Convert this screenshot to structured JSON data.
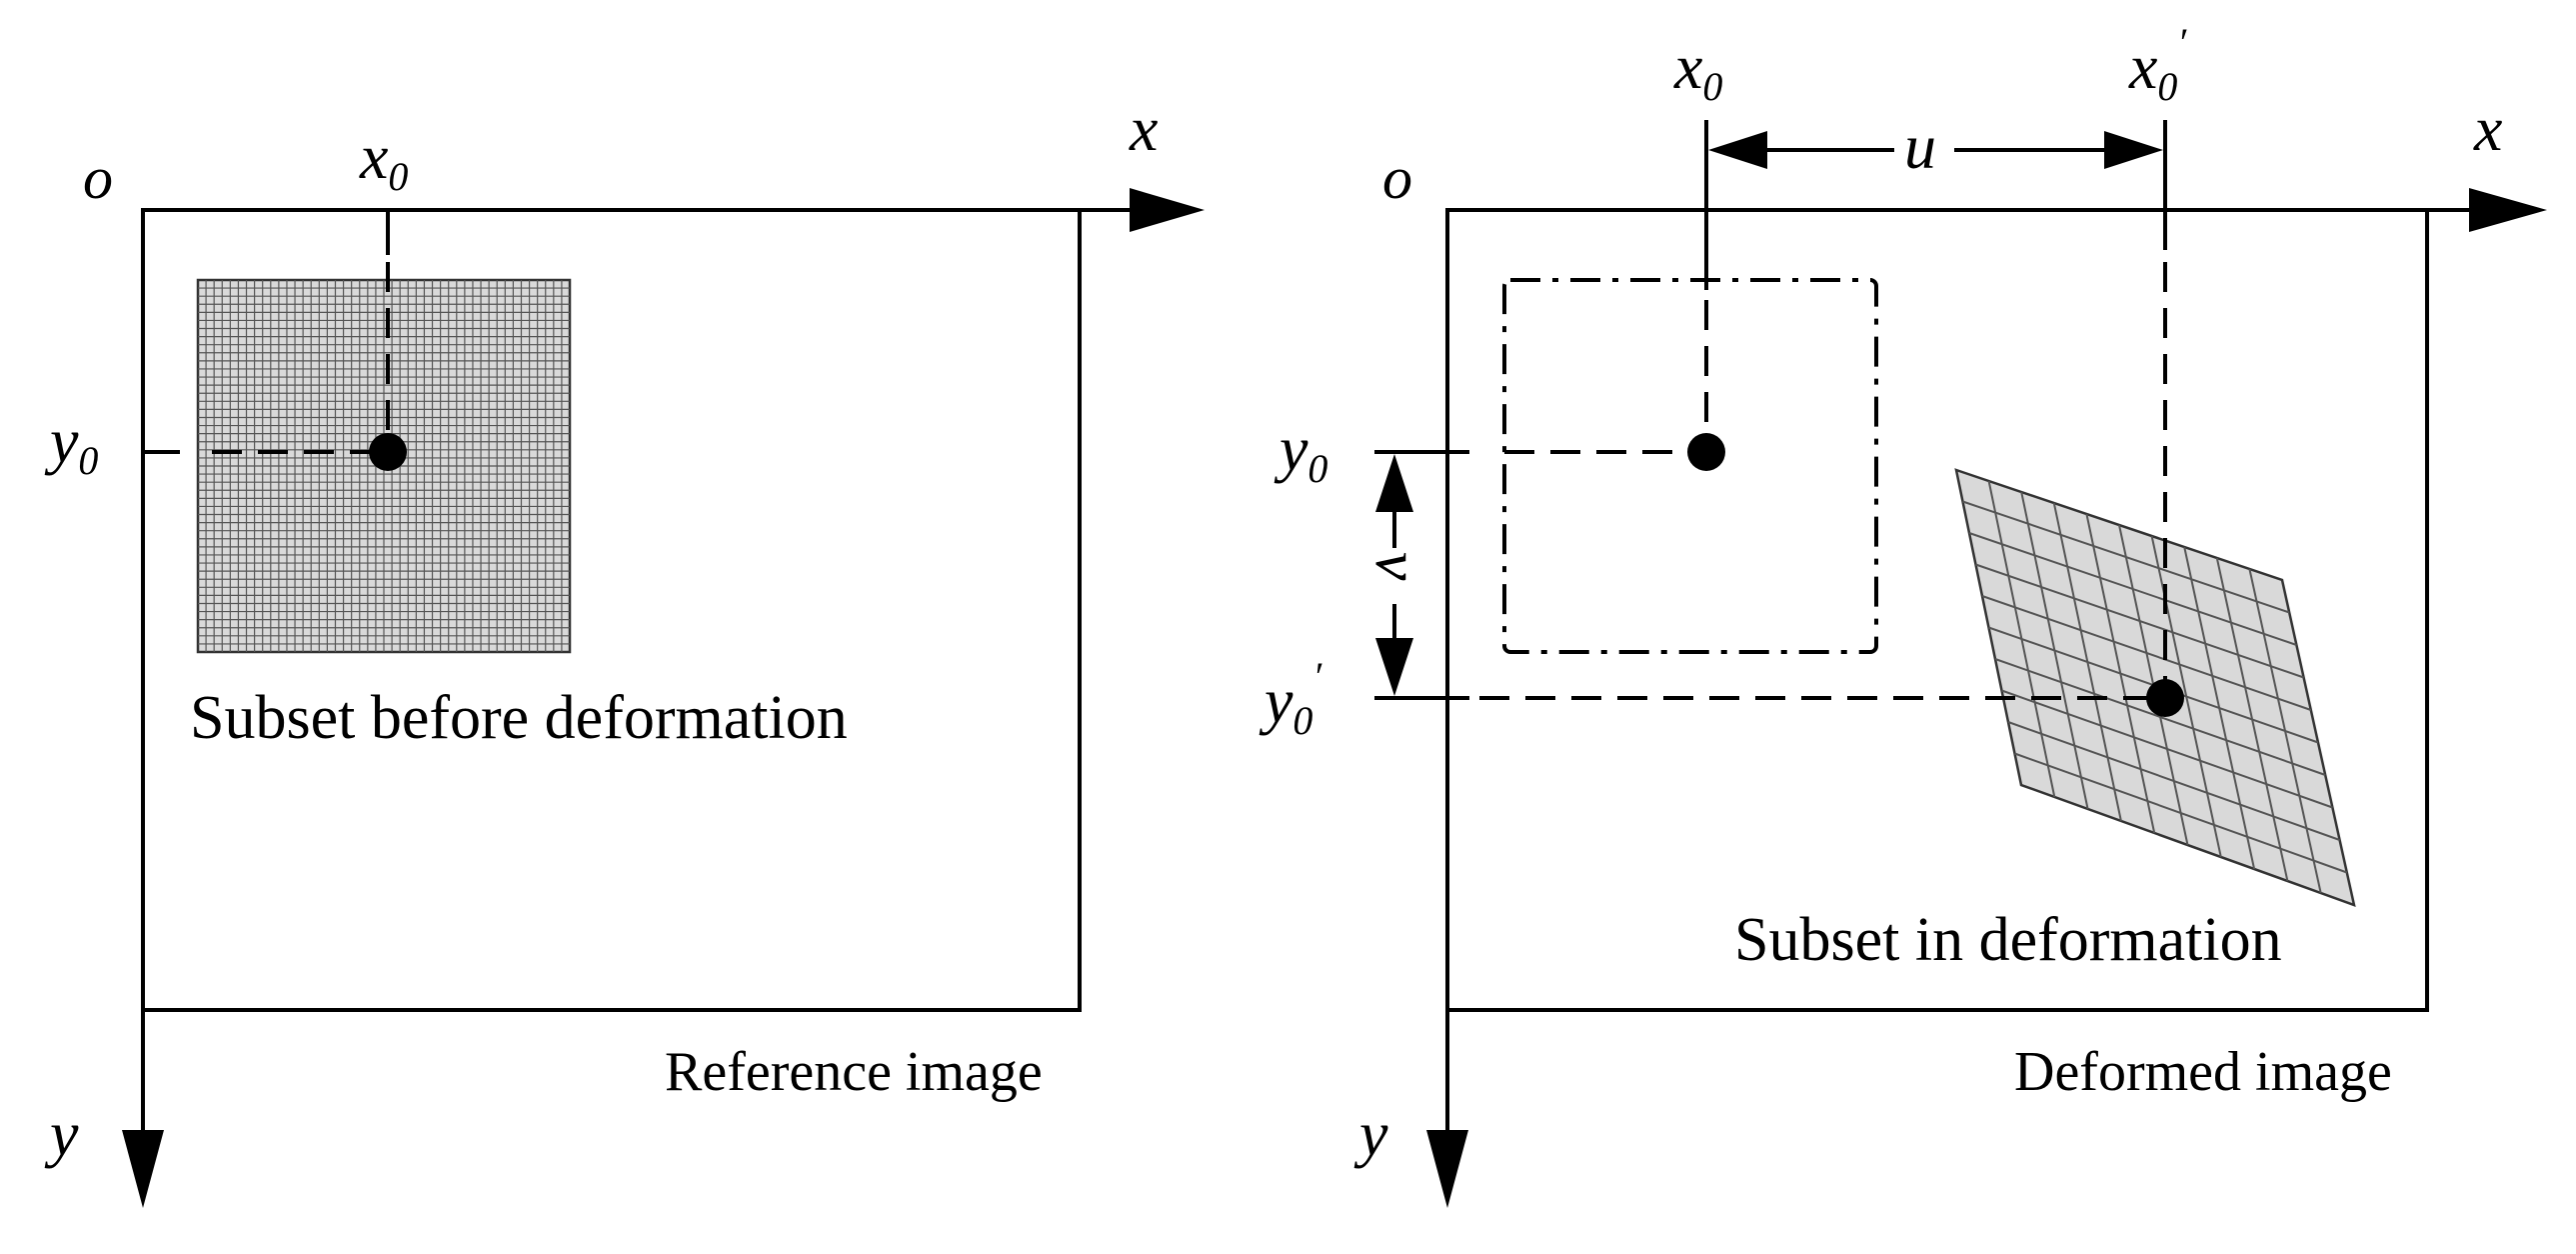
{
  "left_panel": {
    "origin_label": "o",
    "x_axis_label": "x",
    "y_axis_label": "y",
    "x0_label": "x",
    "x0_sub": "0",
    "y0_label": "y",
    "y0_sub": "0",
    "subset_caption": "Subset before deformation",
    "image_caption": "Reference image"
  },
  "right_panel": {
    "origin_label": "o",
    "x_axis_label": "x",
    "y_axis_label": "y",
    "x0_label": "x",
    "x0_sub": "0",
    "x0p_label": "x",
    "x0p_sub": "0",
    "x0p_prime": "′",
    "y0_label": "y",
    "y0_sub": "0",
    "y0p_label": "y",
    "y0p_sub": "0",
    "y0p_prime": "′",
    "u_label": "u",
    "v_label": "v",
    "subset_caption": "Subset in deformation",
    "image_caption": "Deformed image"
  },
  "colors": {
    "line": "#000000",
    "subset_fill": "#d9d9d9",
    "grid_line": "#555555"
  }
}
